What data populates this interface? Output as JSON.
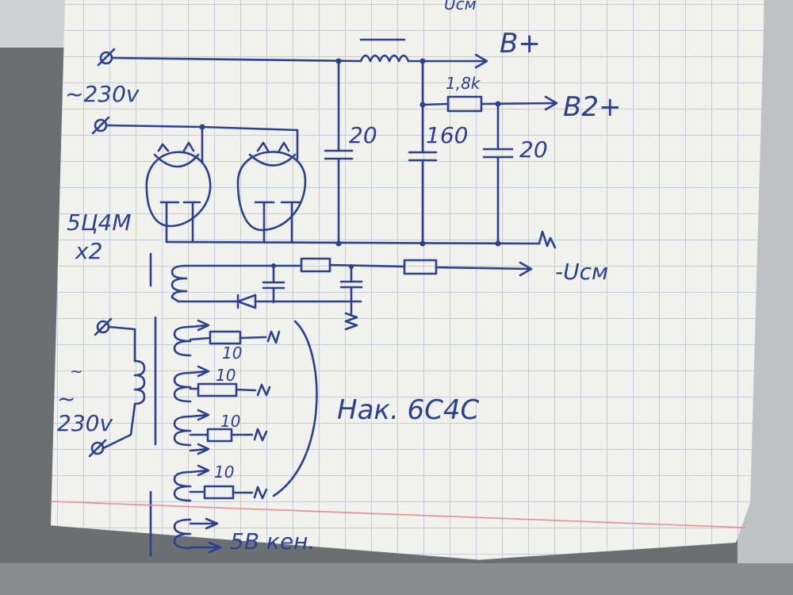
{
  "header_fragment": "Ucм",
  "mains_top": "~230v",
  "mains_secondary": "~\n230v",
  "b_plus": "B+",
  "b2_plus": "B2+",
  "r_b2": "1,8k",
  "c1": "20",
  "c2": "160",
  "c3": "20",
  "tube_label": "5Ц4М",
  "tube_count": "x2",
  "bias_out": "-Ucм",
  "filament_r1": "10",
  "filament_r2": "10",
  "filament_r3": "10",
  "filament_r4": "10",
  "heater_label": "Нак. 6С4С",
  "kenotron_label": "5В кен."
}
